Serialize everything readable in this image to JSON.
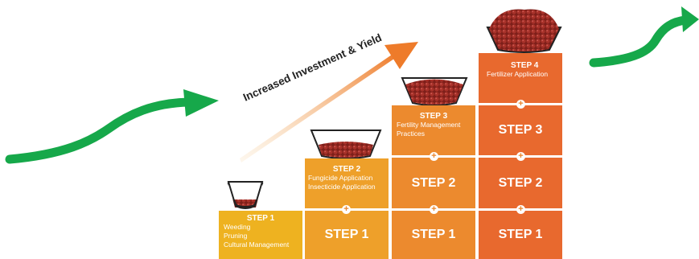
{
  "axis_label": "Increased Investment & Yield",
  "steps": [
    {
      "title": "STEP 1",
      "lines": [
        "Weeding",
        "Pruning",
        "Cultural Management"
      ]
    },
    {
      "title": "STEP 2",
      "lines": [
        "Fungicide Application",
        "Insecticide Application"
      ]
    },
    {
      "title": "STEP 3",
      "lines": [
        "Fertility Management",
        "Practices"
      ]
    },
    {
      "title": "STEP 4",
      "lines": [
        "Fertilizer Application"
      ]
    }
  ],
  "stack_labels": {
    "step1": "STEP 1",
    "step2": "STEP 2",
    "step3": "STEP 3"
  },
  "plus_symbol": "+",
  "colors": {
    "step1": "#eeb220",
    "step2": "#eea02a",
    "step3": "#ec8a2e",
    "step4": "#e8692e",
    "arrow_gradient_start": "#f7d6a8",
    "arrow_gradient_end": "#ee7b2a",
    "green_arrow": "#16a84a",
    "bean": "#9c2a22",
    "bowl_outline": "#222222"
  }
}
